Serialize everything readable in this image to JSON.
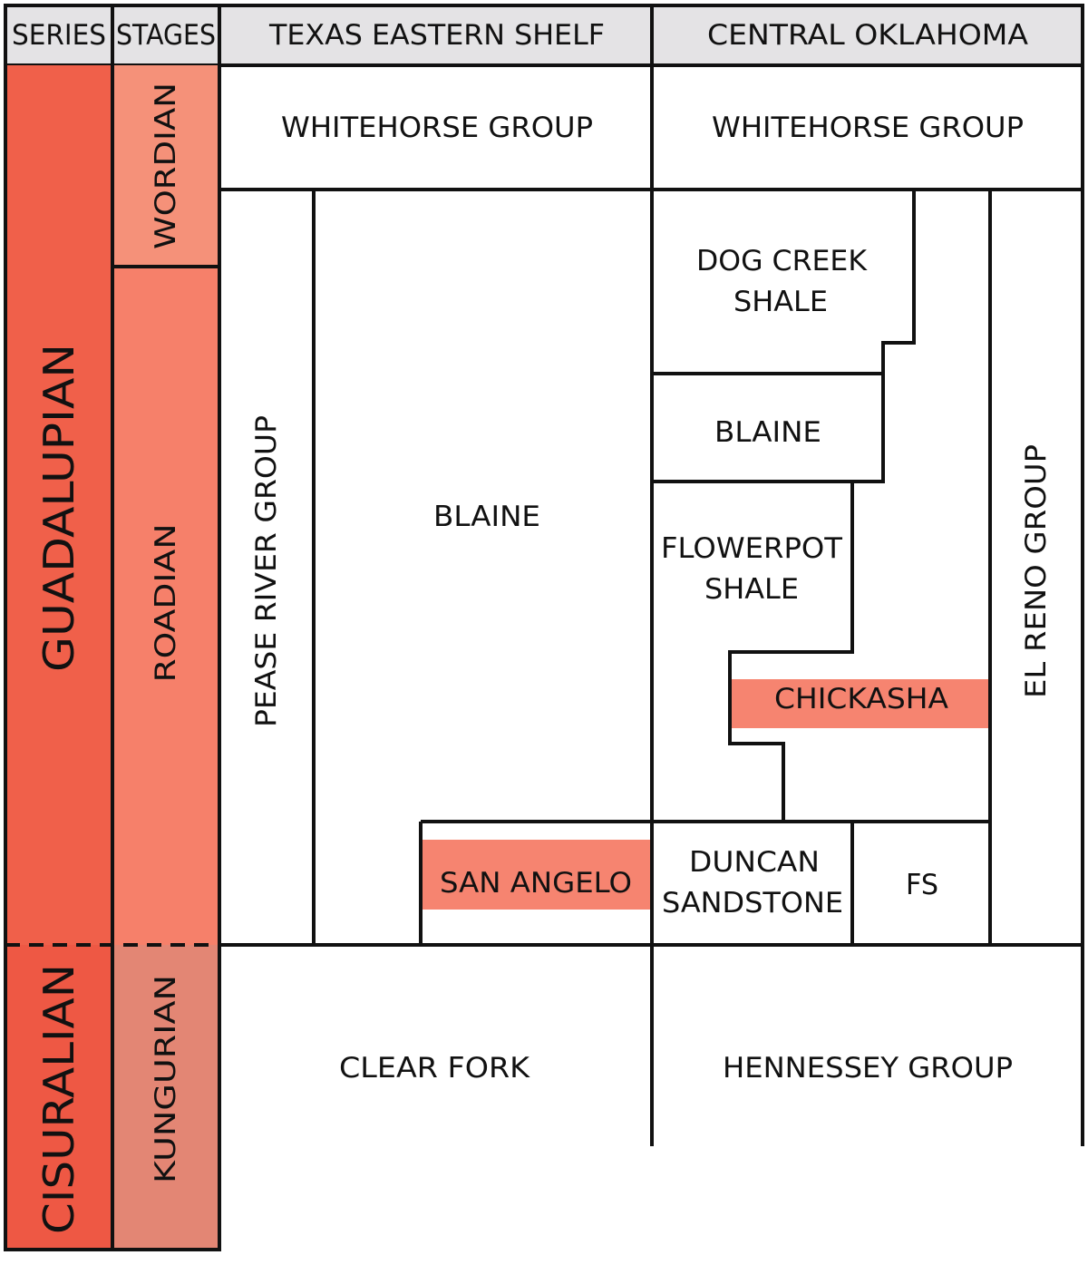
{
  "headers": {
    "series": "SERIES",
    "stages": "STAGES",
    "texas": "TEXAS EASTERN SHELF",
    "oklahoma": "CENTRAL OKLAHOMA"
  },
  "series": {
    "guadalupian": "GUADALUPIAN",
    "cisuralian": "CISURALIAN"
  },
  "stages": {
    "wordian": "WORDIAN",
    "roadian": "ROADIAN",
    "kungurian": "KUNGURIAN"
  },
  "texas": {
    "whitehorse": "WHITEHORSE GROUP",
    "pease_river": "PEASE RIVER GROUP",
    "blaine": "BLAINE",
    "san_angelo": "SAN ANGELO",
    "clear_fork": "CLEAR  FORK"
  },
  "oklahoma": {
    "whitehorse": "WHITEHORSE GROUP",
    "dog_creek_1": "DOG CREEK",
    "dog_creek_2": "SHALE",
    "blaine": "BLAINE",
    "flowerpot_1": "FLOWERPOT",
    "flowerpot_2": "SHALE",
    "chickasha": "CHICKASHA",
    "duncan_1": "DUNCAN",
    "duncan_2": "SANDSTONE",
    "fs": "FS",
    "el_reno": "EL  RENO  GROUP",
    "hennessey": "HENNESSEY GROUP"
  },
  "colors": {
    "header_fill": "#e4e3e5",
    "guadalupian": "#f0604a",
    "cisuralian": "#ee5844",
    "wordian": "#f59179",
    "roadian": "#f6806a",
    "kungurian": "#e38674",
    "highlight": "#f68470",
    "line": "#111111"
  }
}
